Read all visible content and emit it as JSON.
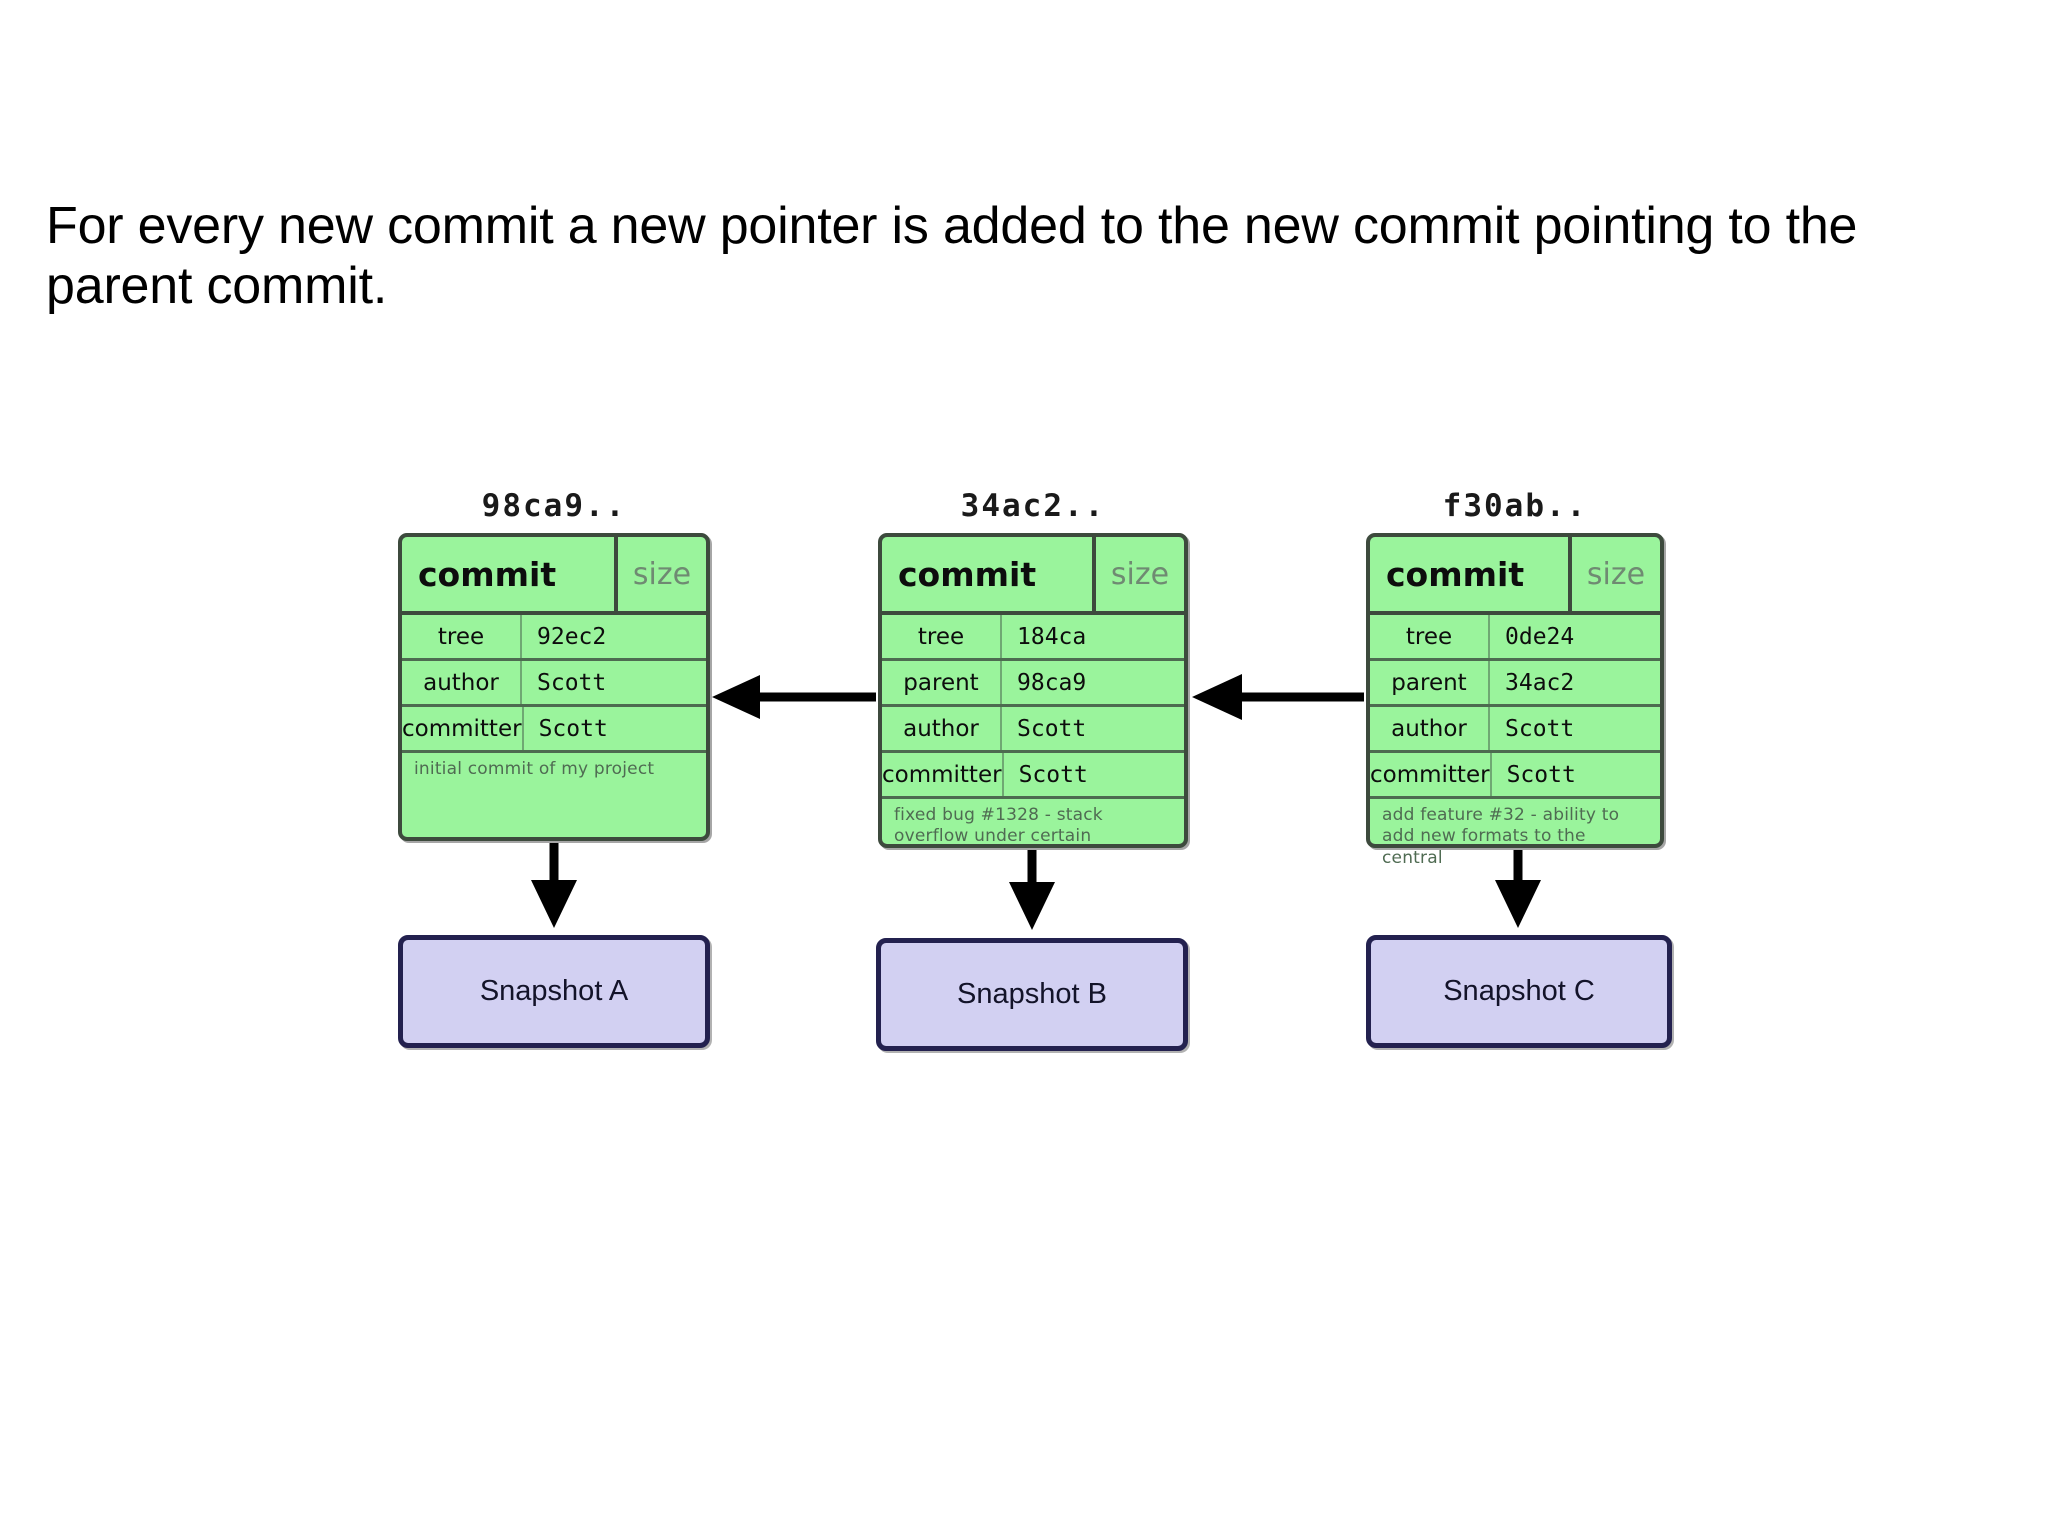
{
  "slide": {
    "title": "For every new commit a new pointer is added to the new commit pointing to the parent commit."
  },
  "diagram": {
    "colors": {
      "commit_fill": "#9af49c",
      "commit_border": "#3d4a3d",
      "snapshot_fill": "#d2d0f2",
      "snapshot_border": "#23214f",
      "arrow": "#000000",
      "message_text": "#4f6b52",
      "size_text": "#6f8a72"
    },
    "commits": [
      {
        "hash": "98ca9..",
        "type_label": "commit",
        "size_label": "size",
        "fields": [
          {
            "key": "tree",
            "value": "92ec2"
          },
          {
            "key": "author",
            "value": "Scott"
          },
          {
            "key": "committer",
            "value": "Scott"
          }
        ],
        "message": "initial commit of my project",
        "snapshot": "Snapshot A"
      },
      {
        "hash": "34ac2..",
        "type_label": "commit",
        "size_label": "size",
        "fields": [
          {
            "key": "tree",
            "value": "184ca"
          },
          {
            "key": "parent",
            "value": "98ca9"
          },
          {
            "key": "author",
            "value": "Scott"
          },
          {
            "key": "committer",
            "value": "Scott"
          }
        ],
        "message": "fixed bug #1328 - stack\noverflow under certain",
        "snapshot": "Snapshot B"
      },
      {
        "hash": "f30ab..",
        "type_label": "commit",
        "size_label": "size",
        "fields": [
          {
            "key": "tree",
            "value": "0de24"
          },
          {
            "key": "parent",
            "value": "34ac2"
          },
          {
            "key": "author",
            "value": "Scott"
          },
          {
            "key": "committer",
            "value": "Scott"
          }
        ],
        "message": "add feature #32 - ability to\nadd new formats to the central",
        "snapshot": "Snapshot C"
      }
    ],
    "arrows": [
      {
        "name": "parent-pointer-b-to-a",
        "direction": "left"
      },
      {
        "name": "parent-pointer-c-to-b",
        "direction": "left"
      },
      {
        "name": "snapshot-pointer-a",
        "direction": "down"
      },
      {
        "name": "snapshot-pointer-b",
        "direction": "down"
      },
      {
        "name": "snapshot-pointer-c",
        "direction": "down"
      }
    ]
  }
}
